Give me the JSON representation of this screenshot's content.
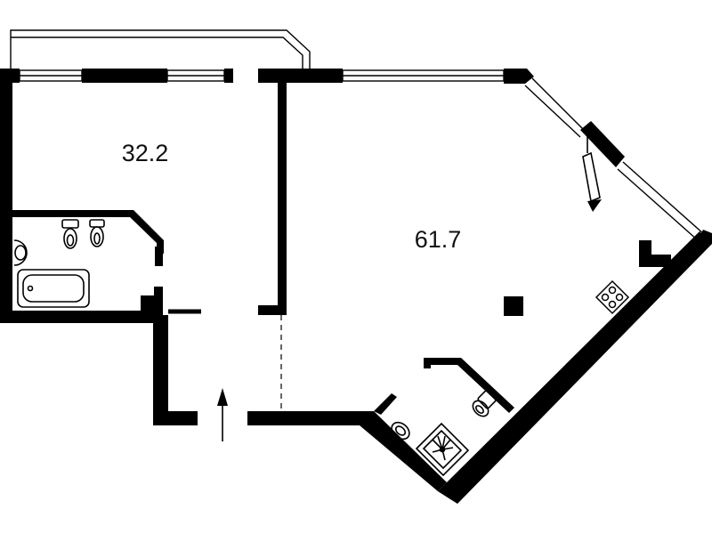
{
  "rooms": [
    {
      "id": "left-room",
      "area_label": "32.2"
    },
    {
      "id": "right-room",
      "area_label": "61.7"
    }
  ],
  "entrance": {
    "arrow_icon": "arrow-up-icon"
  },
  "fixtures": {
    "left_bathroom": [
      "toilet-icon",
      "bidet-icon",
      "sink-icon",
      "bathtub-icon"
    ],
    "right_bathroom": [
      "toilet-icon",
      "sink-icon",
      "shower-tray-icon"
    ],
    "kitchen": [
      "stove-icon"
    ]
  },
  "colors": {
    "wall": "#000000",
    "line": "#000000",
    "background": "#ffffff"
  }
}
